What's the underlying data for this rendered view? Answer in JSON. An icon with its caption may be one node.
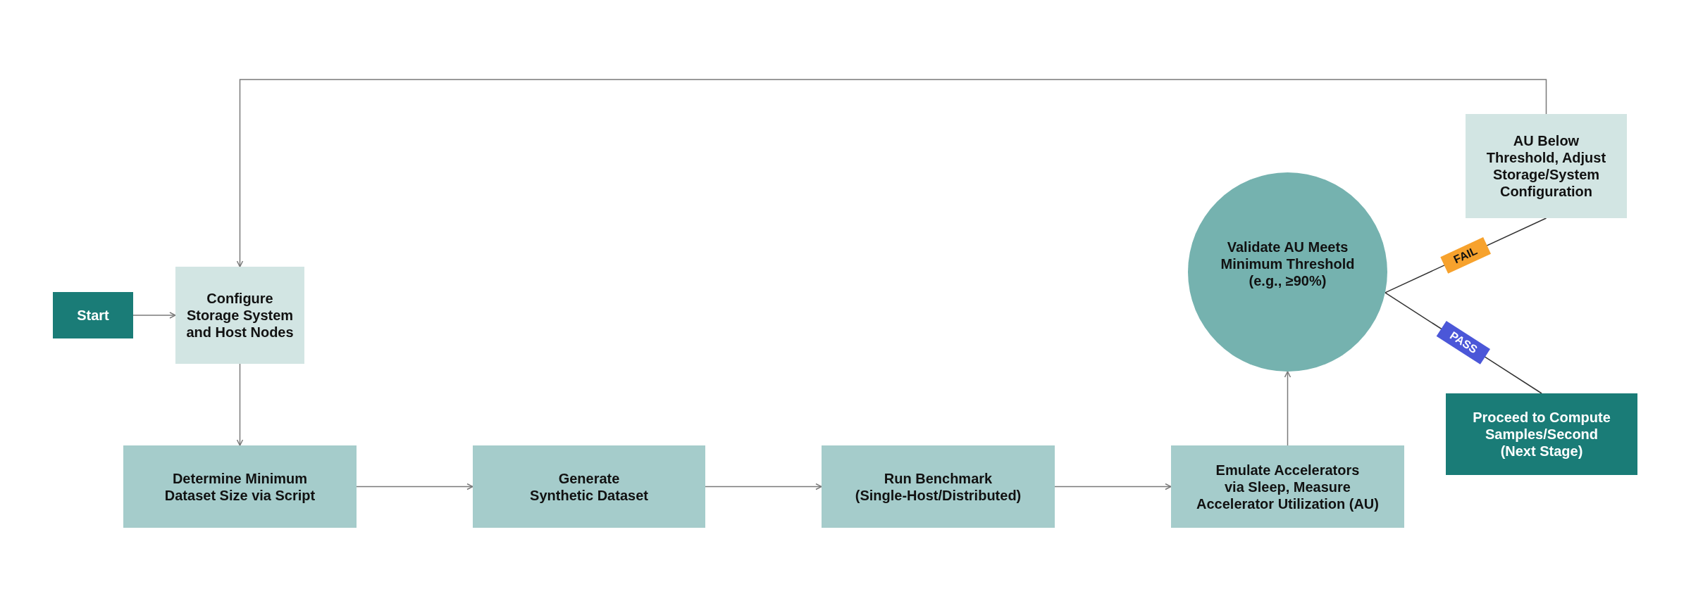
{
  "diagram": {
    "nodes": [
      {
        "text": [
          "Start"
        ]
      },
      {
        "text": [
          "Configure Storage System and Host Nodes"
        ]
      },
      {
        "text": [
          "Determine Minimum Dataset Size via Script"
        ]
      },
      {
        "text": [
          "Generate Synthetic Dataset"
        ]
      },
      {
        "text": [
          "Run Benchmark (Single-Host/Distributed)"
        ]
      },
      {
        "text": [
          "Emulate Accelerators via Sleep, Measure Accelerator Utilization (AU)"
        ]
      },
      {
        "text": [
          "Validate AU Meets Minimum Threshold (e.g., ≥90%)"
        ]
      },
      {
        "text": [
          "AU Below Threshold, Adjust Storage/System Configuration"
        ]
      },
      {
        "text": [
          "Proceed to Compute Samples/Second (Next Stage)"
        ]
      }
    ],
    "edges": [
      {
        "from": 0,
        "to": 1,
        "arrow": "to"
      },
      {
        "from": 1,
        "to": 2,
        "arrow": "to"
      },
      {
        "from": 2,
        "to": 3,
        "arrow": "to"
      },
      {
        "from": 3,
        "to": 4,
        "arrow": "to"
      },
      {
        "from": 4,
        "to": 5,
        "arrow": "to"
      },
      {
        "from": 5,
        "to": 6,
        "arrow": "to"
      },
      {
        "from": 6,
        "to": 7,
        "arrow": "none",
        "label": "FAIL",
        "color": "#333333"
      },
      {
        "from": 6,
        "to": 8,
        "arrow": "none",
        "label": "PASS",
        "color": "#333333"
      },
      {
        "from": 7,
        "to": 1,
        "arrow": "to"
      }
    ]
  }
}
